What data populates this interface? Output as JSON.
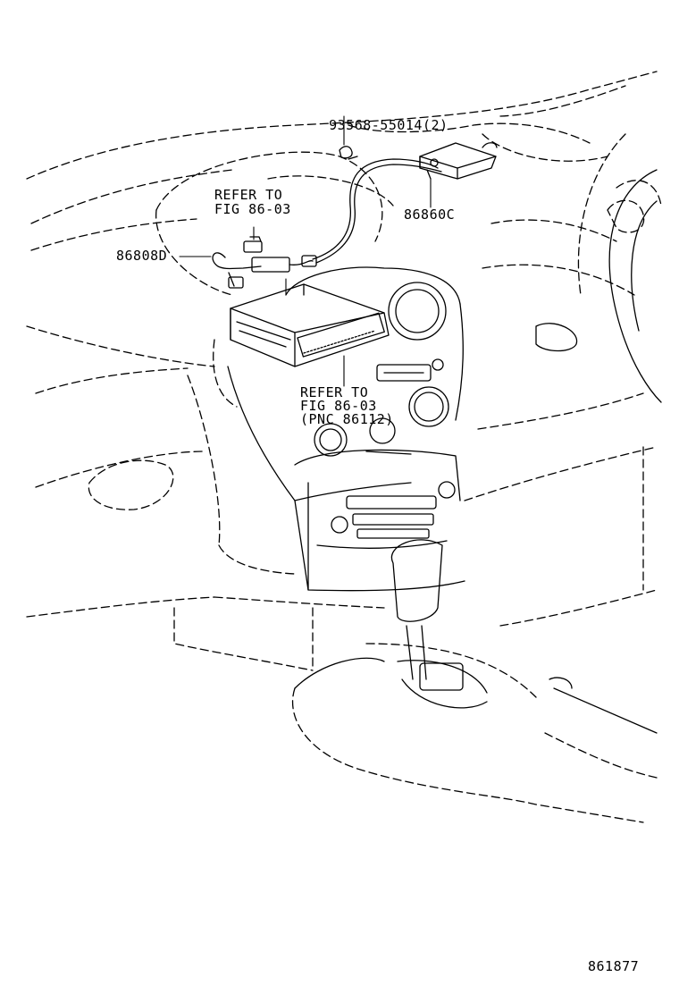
{
  "labels": {
    "clip_part": "93568-55014",
    "clip_qty": "(2)",
    "receiver_part": "86860C",
    "cord_part": "86808D",
    "refer_upper_line1": "REFER TO",
    "refer_upper_line2": "FIG 86-03",
    "refer_lower_line1": "REFER TO",
    "refer_lower_line2": "FIG 86-03",
    "refer_lower_line3": "(PNC 86112)",
    "figure_number": "861877"
  },
  "colors": {
    "ink": "#000000",
    "paper": "#ffffff"
  }
}
